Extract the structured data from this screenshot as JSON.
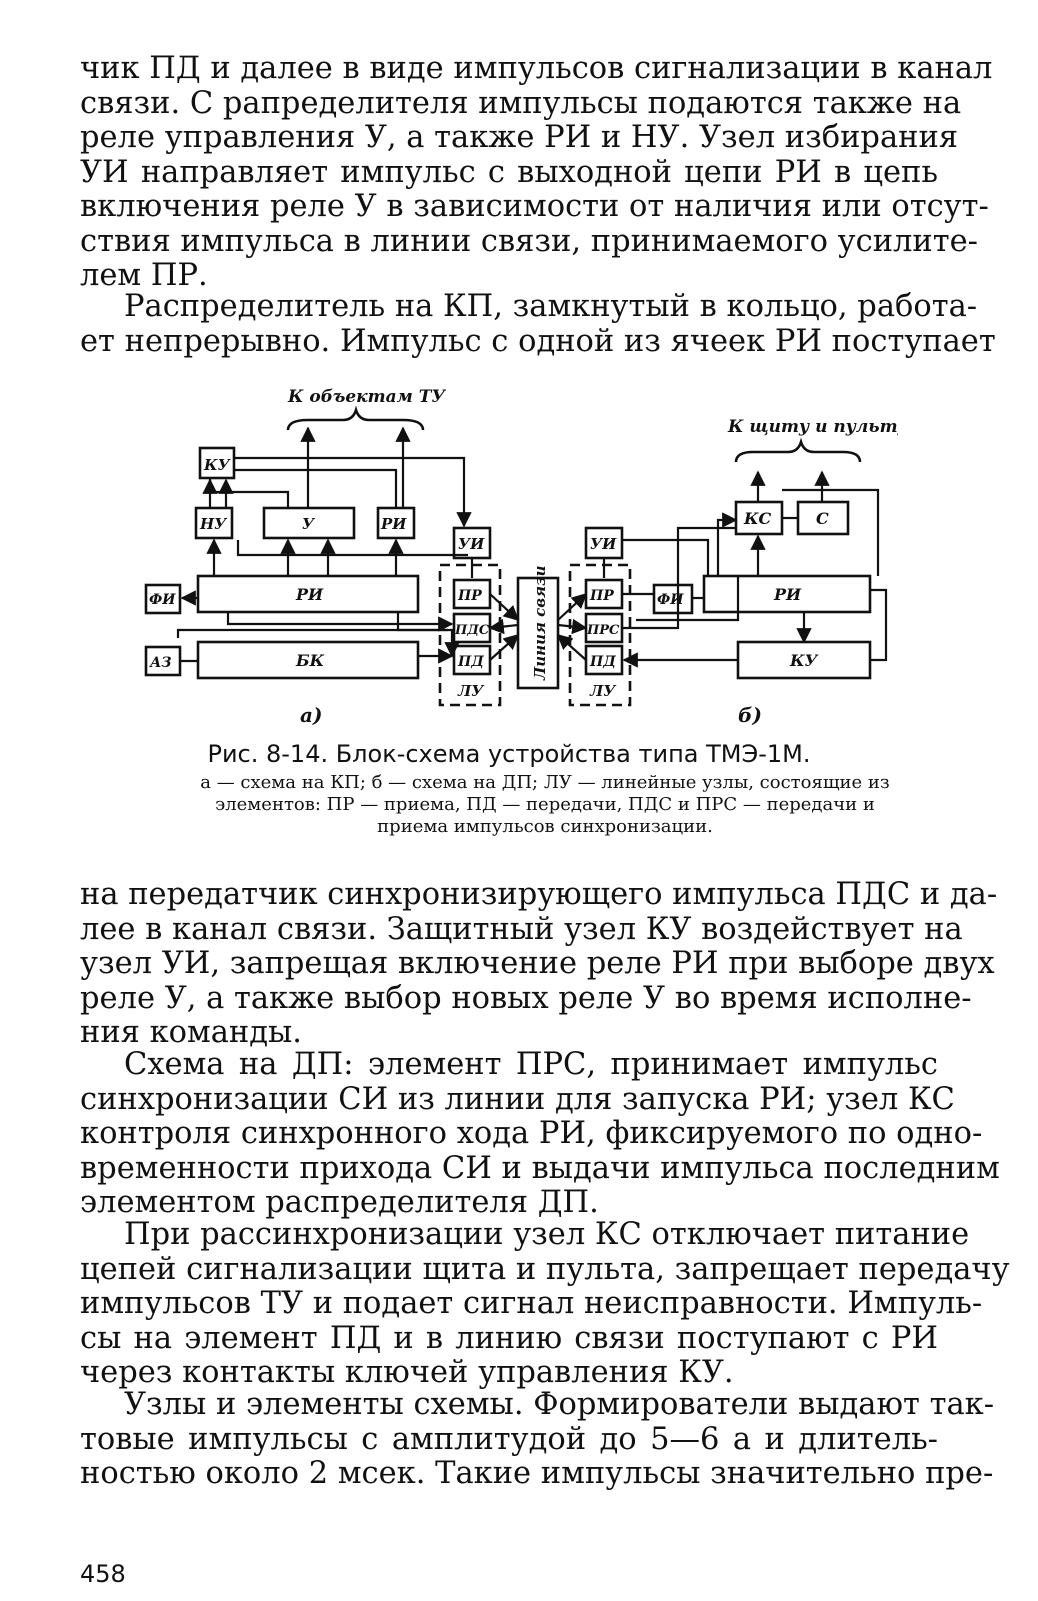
{
  "text_top": {
    "p1": [
      "чик ПД и далее в виде импульсов сигнализации в канал",
      "связи. С рапределителя импульсы подаются также на",
      "реле управления У, а также РИ и НУ. Узел избирания",
      "УИ направляет импульс с выходной цепи РИ в цепь",
      "включения реле У в зависимости от наличия или отсут-",
      "ствия импульса в линии связи, принимаемого усилите-",
      "лем ПР."
    ],
    "p2": [
      "Распределитель на КП, замкнутый в кольцо, работа-",
      "ет непрерывно. Импульс с одной из ячеек РИ поступает"
    ]
  },
  "figure": {
    "label_tu": "К объектам ТУ",
    "label_panel": "К щиту и пульту",
    "left": {
      "ku": "КУ",
      "nu": "НУ",
      "u": "У",
      "ri": "РИ",
      "ui": "УИ",
      "fi": "ФИ",
      "ri_main": "РИ",
      "az": "АЗ",
      "bk": "БК",
      "pr": "ПР",
      "pds": "ПДС",
      "pd": "ПД",
      "lu": "ЛУ",
      "letter": "а)"
    },
    "line": "Линия связи",
    "right": {
      "ui": "УИ",
      "pr": "ПР",
      "prs": "ПРС",
      "pd": "ПД",
      "lu": "ЛУ",
      "ks": "КС",
      "s": "С",
      "fi": "ФИ",
      "ri": "РИ",
      "ku": "КУ",
      "letter": "б)"
    }
  },
  "caption": {
    "title": "Рис. 8-14. Блок-схема устройства типа ТМЭ-1М.",
    "body": "а — схема на КП; б — схема на ДП; ЛУ — линейные узлы, состоящие из элементов: ПР — приема, ПД — передачи, ПДС и ПРС — передачи и приема импульсов синхронизации."
  },
  "text_bottom": {
    "p3": [
      "на передатчик синхронизирующего импульса ПДС и да-",
      "лее в канал связи. Защитный узел КУ воздействует на",
      "узел УИ, запрещая включение реле РИ при выборе двух",
      "реле У, а также выбор новых реле У во время исполне-",
      "ния команды."
    ],
    "p4": [
      "Схема на ДП: элемент ПРС, принимает импульс",
      "синхронизации СИ из линии для запуска РИ; узел КС",
      "контроля синхронного хода РИ, фиксируемого по одно-",
      "временности прихода СИ и выдачи импульса последним",
      "элементом распределителя ДП."
    ],
    "p5": [
      "При рассинхронизации узел КС отключает питание",
      "цепей сигнализации щита и пульта, запрещает передачу",
      "импульсов ТУ и подает сигнал неисправности. Импуль-",
      "сы на элемент ПД и в линию связи поступают с РИ",
      "через контакты ключей управления КУ."
    ],
    "p6": [
      "Узлы и элементы схемы. Формирователи выдают так-",
      "товые импульсы с амплитудой до 5—6 а и длитель-",
      "ностью около 2 мсек. Такие импульсы значительно пре-"
    ]
  },
  "page_number": "458"
}
